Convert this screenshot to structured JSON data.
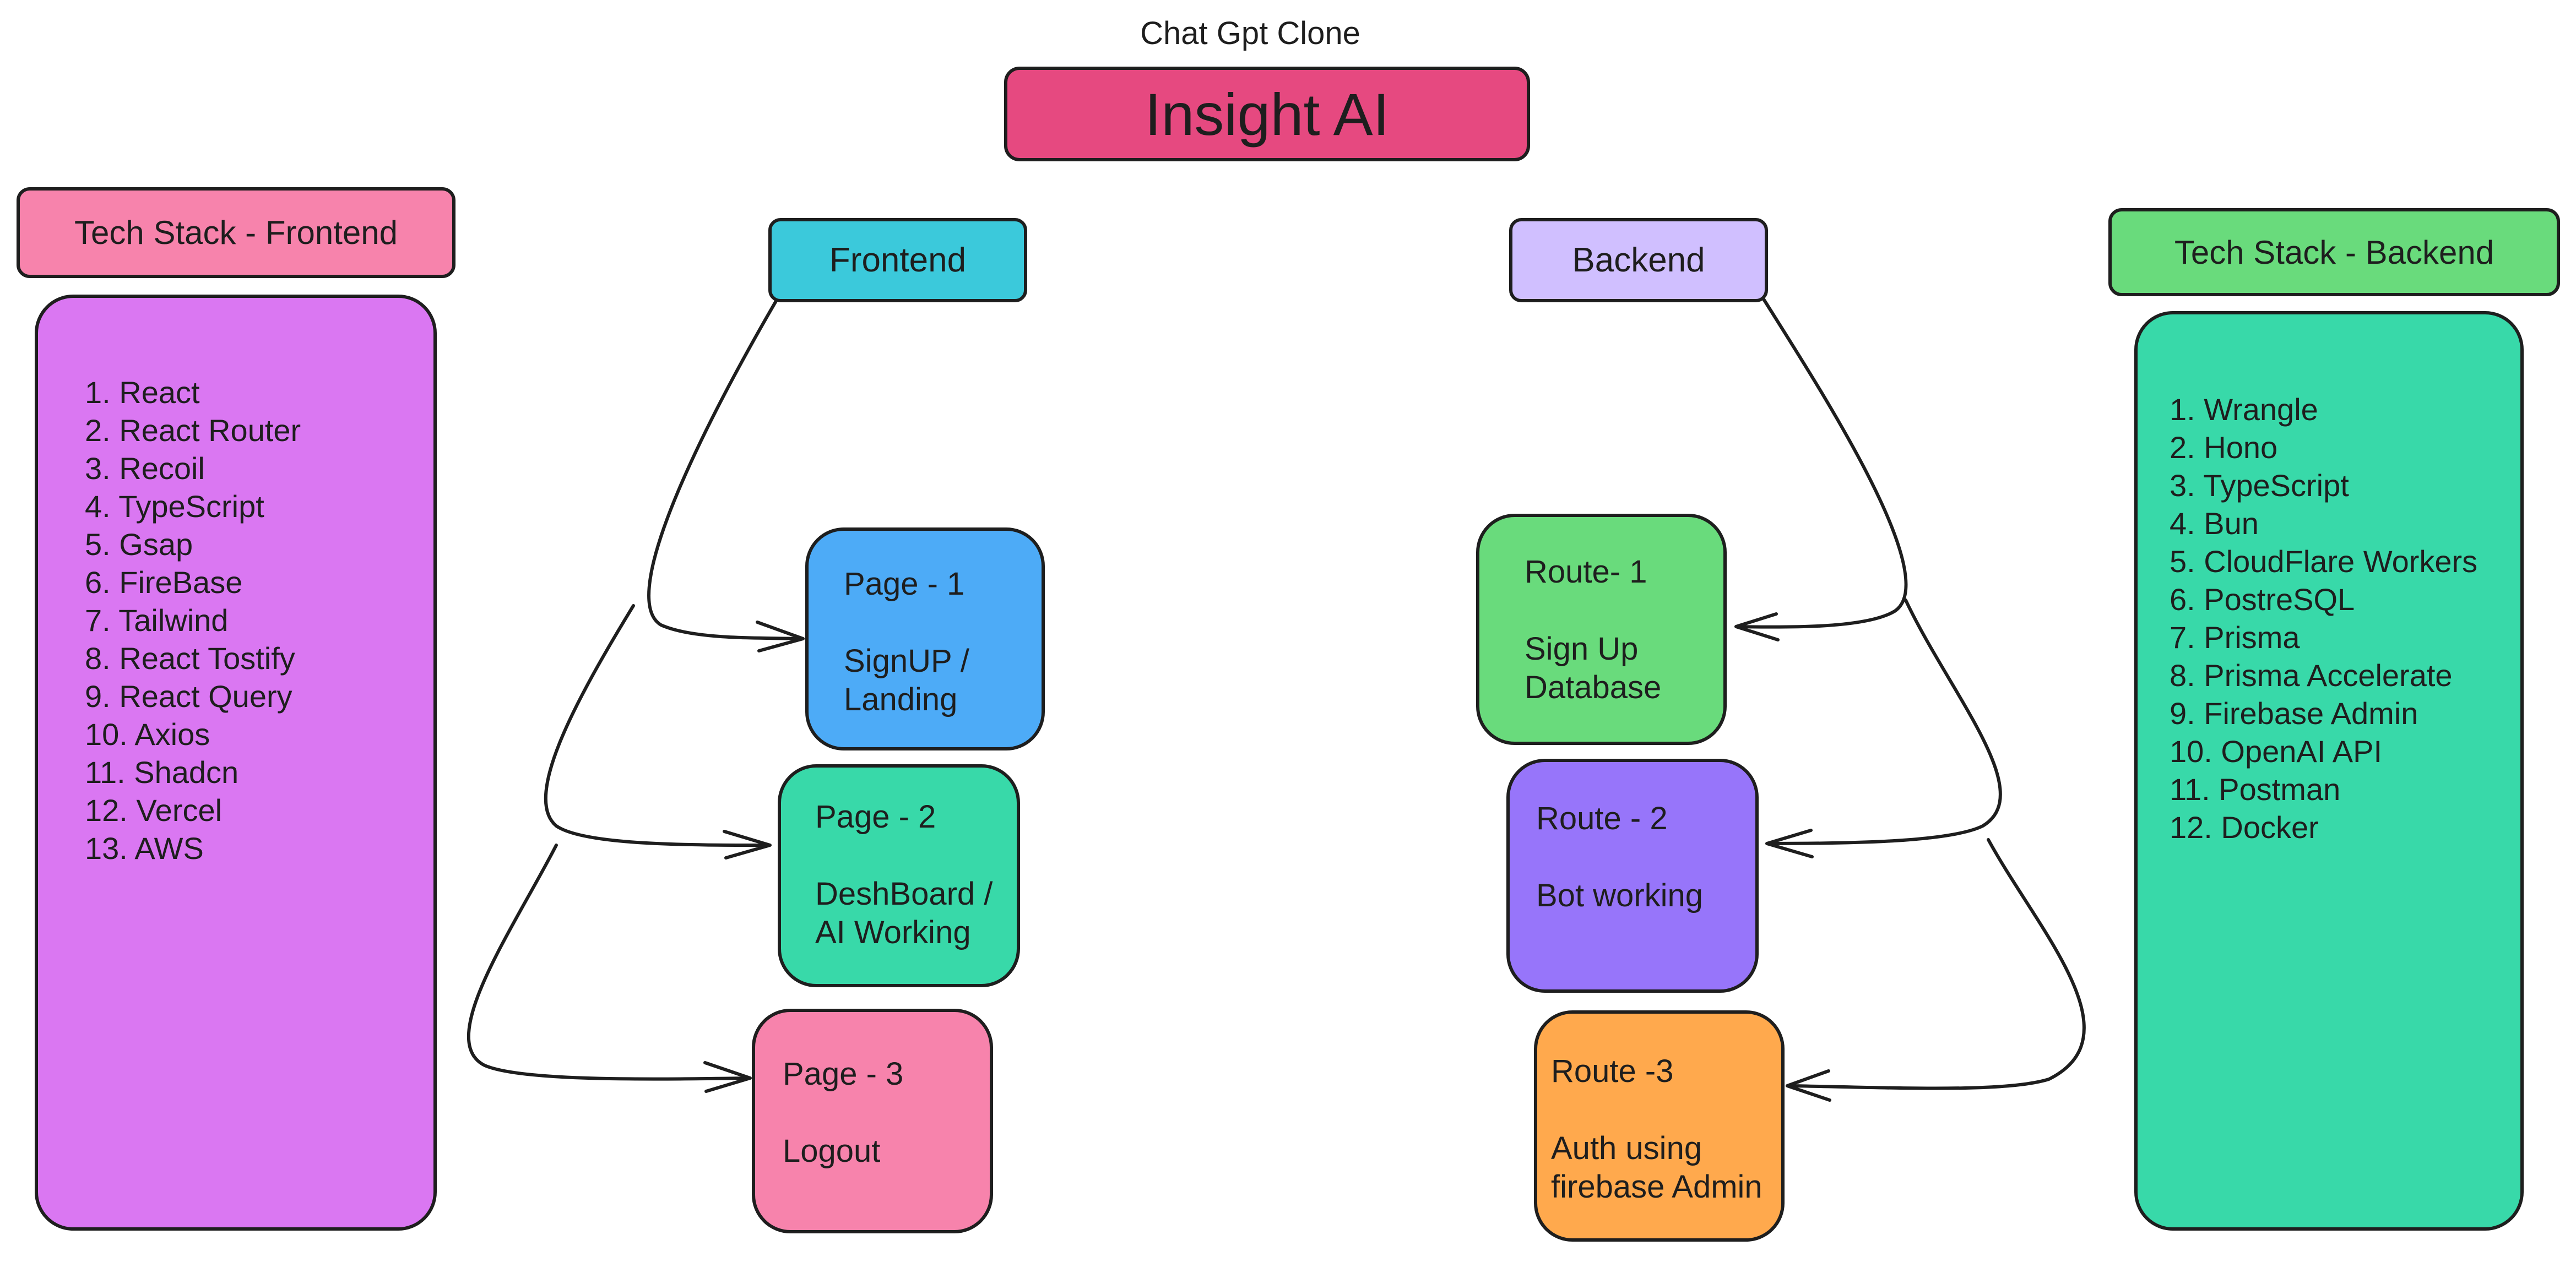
{
  "subtitle": "Chat Gpt Clone",
  "title": "Insight AI",
  "frontend_stack": {
    "header": "Tech Stack - Frontend",
    "items": [
      "1. React",
      "2. React Router",
      "3. Recoil",
      "4. TypeScript",
      "5. Gsap",
      "6. FireBase",
      "7. Tailwind",
      "8. React Tostify",
      "9. React Query",
      "10. Axios",
      "11. Shadcn",
      "12. Vercel",
      "13. AWS"
    ]
  },
  "backend_stack": {
    "header": "Tech Stack - Backend",
    "items": [
      "1. Wrangle",
      "2. Hono",
      "3. TypeScript",
      "4. Bun",
      "5. CloudFlare Workers",
      "6. PostreSQL",
      "7. Prisma",
      "8. Prisma Accelerate",
      "9. Firebase Admin",
      "10. OpenAI API",
      "11. Postman",
      "12. Docker"
    ]
  },
  "frontend": {
    "label": "Frontend",
    "pages": [
      {
        "title": "Page - 1",
        "desc": [
          "SignUP /",
          "Landing"
        ]
      },
      {
        "title": "Page - 2",
        "desc": [
          "DeshBoard /",
          "AI Working"
        ]
      },
      {
        "title": "Page - 3",
        "desc": [
          "Logout"
        ]
      }
    ]
  },
  "backend": {
    "label": "Backend",
    "routes": [
      {
        "title": "Route- 1",
        "desc": [
          "Sign Up",
          "Database"
        ]
      },
      {
        "title": "Route - 2",
        "desc": [
          "Bot working"
        ]
      },
      {
        "title": "Route -3",
        "desc": [
          "Auth using",
          "firebase Admin"
        ]
      }
    ]
  },
  "colors": {
    "title_box": "#e64980",
    "frontend_stack_header": "#f783ac",
    "frontend_stack_body": "#da77f2",
    "frontend_label": "#3bc9db",
    "backend_label": "#d0bfff",
    "backend_stack_header": "#69db7c",
    "backend_stack_body": "#38d9a9",
    "page1": "#4dabf7",
    "page2": "#38d9a9",
    "page3": "#f783ac",
    "route1": "#69db7c",
    "route2": "#9775fa",
    "route3": "#ffa94d",
    "stroke": "#1e1e1e"
  }
}
